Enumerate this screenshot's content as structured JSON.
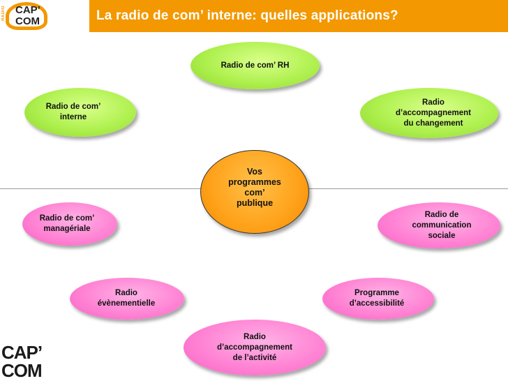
{
  "slide": {
    "title": "La radio de com’ interne: quelles applications?",
    "brand": {
      "logo_line1": "CAP’",
      "logo_line2": "COM",
      "logo_vertical": "RADIO"
    }
  },
  "diagram": {
    "center": "Vos\nprogrammes\ncom’\npublique",
    "nodes": [
      {
        "id": "rh",
        "label": "Radio de com’ RH"
      },
      {
        "id": "interne",
        "label": "Radio de com’\ninterne"
      },
      {
        "id": "changement",
        "label": "Radio\nd’accompagnement\ndu changement"
      },
      {
        "id": "manageriale",
        "label": "Radio de com’\nmanagériale"
      },
      {
        "id": "sociale",
        "label": "Radio de\ncommunication\nsociale"
      },
      {
        "id": "evenementielle",
        "label": "Radio\névènementielle"
      },
      {
        "id": "accessibilite",
        "label": "Programme\nd’accessibilité"
      },
      {
        "id": "activite",
        "label": "Radio\nd’accompagnement\nde l’activité"
      }
    ],
    "colors": {
      "header": "#f39800",
      "green": "#aef04e",
      "pink": "#ff7fd2",
      "center": "#ffa21a"
    }
  }
}
